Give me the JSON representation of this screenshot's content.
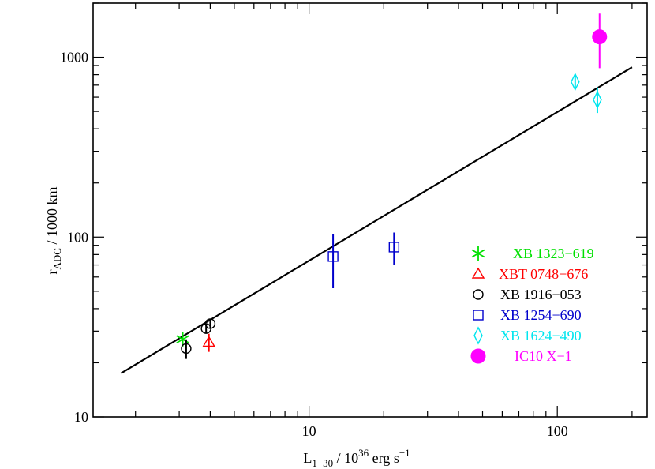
{
  "chart_data": {
    "type": "scatter",
    "x_scale": "log",
    "y_scale": "log",
    "xlim": [
      1.35,
      230
    ],
    "ylim": [
      10,
      2000
    ],
    "xlabel": {
      "base": "L",
      "sub": "1−30",
      "mid": " / 10",
      "sup": "36",
      "tail": " erg s",
      "sup2": "−1"
    },
    "ylabel": {
      "base": "r",
      "sub": "ADC",
      "tail": " / 1000 km"
    },
    "x_ticks": [
      {
        "value": 10,
        "label": "10"
      },
      {
        "value": 100,
        "label": "100"
      }
    ],
    "y_ticks": [
      {
        "value": 10,
        "label": "10"
      },
      {
        "value": 100,
        "label": "100"
      },
      {
        "value": 1000,
        "label": "1000"
      }
    ],
    "fit_line": {
      "x": [
        1.75,
        200
      ],
      "y": [
        17.5,
        880
      ],
      "color": "#000000"
    },
    "series": [
      {
        "name": "XB 1323−619",
        "marker": "asterisk",
        "color": "#00e000",
        "points": [
          {
            "x": 3.1,
            "y": 27
          }
        ]
      },
      {
        "name": "XBT 0748−676",
        "marker": "triangle",
        "color": "#ff0000",
        "points": [
          {
            "x": 3.95,
            "y": 26,
            "ylo": 23,
            "yhi": 29
          }
        ]
      },
      {
        "name": "XB 1916−053",
        "marker": "circle",
        "color": "#000000",
        "points": [
          {
            "x": 3.2,
            "y": 24,
            "ylo": 21,
            "yhi": 27
          },
          {
            "x": 3.85,
            "y": 31,
            "ylo": 29,
            "yhi": 33
          },
          {
            "x": 4.0,
            "y": 33,
            "ylo": 31,
            "yhi": 35
          }
        ]
      },
      {
        "name": "XB 1254−690",
        "marker": "square",
        "color": "#0000cc",
        "points": [
          {
            "x": 12.5,
            "y": 78,
            "ylo": 52,
            "yhi": 104
          },
          {
            "x": 22,
            "y": 88,
            "ylo": 70,
            "yhi": 106
          }
        ]
      },
      {
        "name": "XB 1624−490",
        "marker": "diamond",
        "color": "#00e5ee",
        "points": [
          {
            "x": 118,
            "y": 730,
            "ylo": 670,
            "yhi": 800
          },
          {
            "x": 145,
            "y": 580,
            "ylo": 490,
            "yhi": 680
          }
        ]
      },
      {
        "name": "IC10 X−1",
        "marker": "filled-circle",
        "color": "#ff00ff",
        "points": [
          {
            "x": 148,
            "y": 1300,
            "ylo": 870,
            "yhi": 1750
          }
        ]
      }
    ],
    "legend_placement": "bottom-right",
    "grid": false
  }
}
